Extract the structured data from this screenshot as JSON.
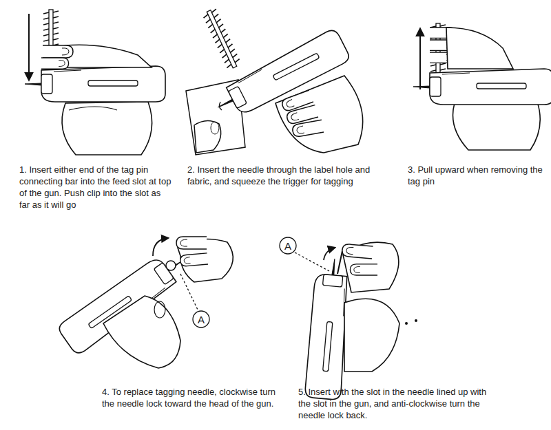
{
  "diagram": {
    "nodes": [
      {
        "text": [
          "A"
        ]
      },
      {
        "text": [
          "A"
        ]
      }
    ],
    "labels": [
      "1. Insert either end of the tag pin connecting bar into the feed slot at top of the gun. Push clip into the slot as far as it will go",
      "2. Insert the needle through the label hole and fabric, and squeeze the trigger for tagging",
      "3. Pull upward when removing the tag pin",
      "4. To replace tagging needle, clockwise turn the needle lock toward the head of the gun.",
      "5. Insert with the slot in the needle lined up with the slot in the gun, and anti-clockwise turn the needle lock back."
    ]
  }
}
